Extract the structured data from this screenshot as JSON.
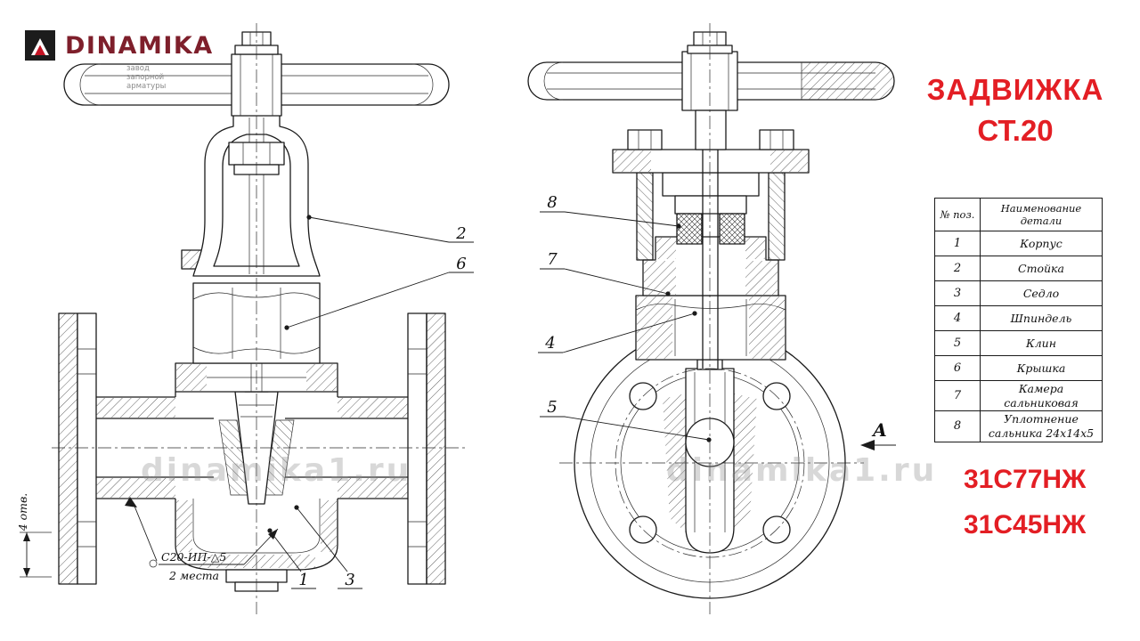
{
  "logo": {
    "brand": "DINAMIKA",
    "tagline_line1": "завод",
    "tagline_line2": "запорной",
    "tagline_line3": "арматуры"
  },
  "title": {
    "line1": "ЗАДВИЖКА",
    "line2": "СТ.20"
  },
  "models": {
    "model1": "31С77НЖ",
    "model2": "31С45НЖ"
  },
  "watermark": {
    "text": "dinamika1.ru"
  },
  "parts_table": {
    "col_num_header": "№ поз.",
    "col_name_header": "Наименование детали",
    "rows": [
      {
        "num": "1",
        "name": "Корпус"
      },
      {
        "num": "2",
        "name": "Стойка"
      },
      {
        "num": "3",
        "name": "Седло"
      },
      {
        "num": "4",
        "name": "Шпиндель"
      },
      {
        "num": "5",
        "name": "Клин"
      },
      {
        "num": "6",
        "name": "Крышка"
      },
      {
        "num": "7",
        "name": "Камера сальниковая"
      },
      {
        "num": "8",
        "name": "Уплотнение сальника 24х14х5"
      }
    ]
  },
  "callouts": {
    "c1": "1",
    "c2": "2",
    "c3": "3",
    "c4": "4",
    "c5": "5",
    "c6": "6",
    "c7": "7",
    "c8": "8"
  },
  "annotations": {
    "holes": "4 отв.",
    "weld_spec": "С20-ИП-△5",
    "weld_places": "2 места",
    "view_label": "А"
  },
  "icons": {
    "logo_icon": "dinamika-square-mark",
    "view_arrow_icon": "left-arrow"
  },
  "colors": {
    "accent_red": "#e31e24",
    "logo_red": "#7e1f2b",
    "line": "#1b1b1b"
  }
}
